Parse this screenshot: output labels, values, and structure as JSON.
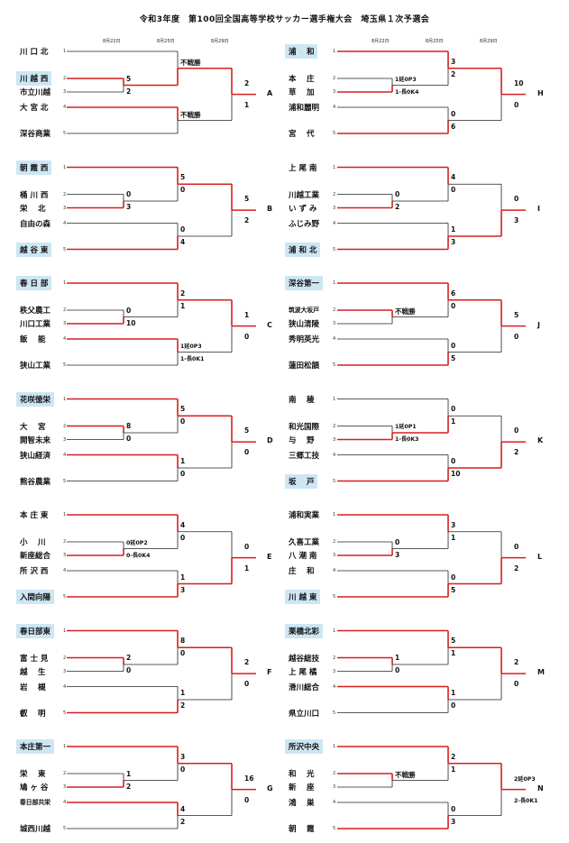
{
  "title": "令和3年度　第100回全国高等学校サッカー選手権大会　埼玉県１次予選会",
  "dates": [
    "8月22日",
    "8月25日",
    "8月29日"
  ],
  "blocks": [
    {
      "label": "A",
      "teams": [
        {
          "n": "1",
          "name": "川 口 北",
          "hl": false
        },
        {
          "n": "2",
          "name": "川 越 西",
          "hl": true
        },
        {
          "n": "3",
          "name": "市立川越",
          "hl": false
        },
        {
          "n": "4",
          "name": "大 宮 北",
          "hl": false
        },
        {
          "n": "5",
          "name": "深谷商業",
          "hl": false
        }
      ],
      "r1": {
        "a": "5",
        "b": "2",
        "w": 0
      },
      "r2a": {
        "a": "不戦勝",
        "b": "",
        "w": 1,
        "single": true
      },
      "r2b": {
        "a": "不戦勝",
        "b": "",
        "w": 0,
        "single": true
      },
      "fin": {
        "a": "2",
        "b": "1",
        "w": 0
      }
    },
    {
      "label": "B",
      "teams": [
        {
          "n": "1",
          "name": "朝 霞 西",
          "hl": true
        },
        {
          "n": "2",
          "name": "桶 川 西",
          "hl": false
        },
        {
          "n": "3",
          "name": "栄　 北",
          "hl": false
        },
        {
          "n": "4",
          "name": "自由の森",
          "hl": false
        },
        {
          "n": "5",
          "name": "越 谷 東",
          "hl": true
        }
      ],
      "r1": {
        "a": "0",
        "b": "3",
        "w": 1
      },
      "r2a": {
        "a": "5",
        "b": "0",
        "w": 0
      },
      "r2b": {
        "a": "0",
        "b": "4",
        "w": 1
      },
      "fin": {
        "a": "5",
        "b": "2",
        "w": 0
      }
    },
    {
      "label": "C",
      "teams": [
        {
          "n": "1",
          "name": "春 日 部",
          "hl": true
        },
        {
          "n": "2",
          "name": "秩父農工",
          "hl": false
        },
        {
          "n": "3",
          "name": "川口工業",
          "hl": false
        },
        {
          "n": "4",
          "name": "飯　 能",
          "hl": false
        },
        {
          "n": "5",
          "name": "狭山工業",
          "hl": false
        }
      ],
      "r1": {
        "a": "0",
        "b": "10",
        "w": 1
      },
      "r2a": {
        "a": "2",
        "b": "1",
        "w": 0
      },
      "r2b": {
        "a": "1延0P3",
        "b": "1-長0K1",
        "w": 0
      },
      "fin": {
        "a": "1",
        "b": "0",
        "w": 0
      }
    },
    {
      "label": "D",
      "teams": [
        {
          "n": "1",
          "name": "花咲徳栄",
          "hl": true
        },
        {
          "n": "2",
          "name": "大　 宮",
          "hl": false
        },
        {
          "n": "3",
          "name": "開智未来",
          "hl": false
        },
        {
          "n": "4",
          "name": "狭山経済",
          "hl": false
        },
        {
          "n": "5",
          "name": "熊谷農業",
          "hl": false
        }
      ],
      "r1": {
        "a": "8",
        "b": "0",
        "w": 0
      },
      "r2a": {
        "a": "5",
        "b": "0",
        "w": 0
      },
      "r2b": {
        "a": "1",
        "b": "0",
        "w": 0
      },
      "fin": {
        "a": "5",
        "b": "0",
        "w": 0
      }
    },
    {
      "label": "E",
      "teams": [
        {
          "n": "1",
          "name": "本 庄 東",
          "hl": false
        },
        {
          "n": "2",
          "name": "小　 川",
          "hl": false
        },
        {
          "n": "3",
          "name": "新座総合",
          "hl": false
        },
        {
          "n": "4",
          "name": "所 沢 西",
          "hl": false
        },
        {
          "n": "5",
          "name": "入間向陽",
          "hl": true
        }
      ],
      "r1": {
        "a": "0延0P2",
        "b": "0-長0K4",
        "w": 1
      },
      "r2a": {
        "a": "4",
        "b": "0",
        "w": 0
      },
      "r2b": {
        "a": "1",
        "b": "3",
        "w": 1
      },
      "fin": {
        "a": "0",
        "b": "1",
        "w": 1
      }
    },
    {
      "label": "F",
      "teams": [
        {
          "n": "1",
          "name": "春日部東",
          "hl": true
        },
        {
          "n": "2",
          "name": "富 士 見",
          "hl": false
        },
        {
          "n": "3",
          "name": "越　 生",
          "hl": false
        },
        {
          "n": "4",
          "name": "岩　 槻",
          "hl": false
        },
        {
          "n": "5",
          "name": "叡　 明",
          "hl": false
        }
      ],
      "r1": {
        "a": "2",
        "b": "0",
        "w": 0
      },
      "r2a": {
        "a": "8",
        "b": "0",
        "w": 0
      },
      "r2b": {
        "a": "1",
        "b": "2",
        "w": 1
      },
      "fin": {
        "a": "2",
        "b": "0",
        "w": 0
      }
    },
    {
      "label": "G",
      "teams": [
        {
          "n": "1",
          "name": "本庄第一",
          "hl": true
        },
        {
          "n": "2",
          "name": "栄　 東",
          "hl": false
        },
        {
          "n": "3",
          "name": "鳩 ヶ 谷",
          "hl": false
        },
        {
          "n": "4",
          "name": "春日部共栄",
          "hl": false,
          "sm": true
        },
        {
          "n": "5",
          "name": "城西川越",
          "hl": false
        }
      ],
      "r1": {
        "a": "1",
        "b": "2",
        "w": 1
      },
      "r2a": {
        "a": "3",
        "b": "0",
        "w": 0
      },
      "r2b": {
        "a": "4",
        "b": "2",
        "w": 0
      },
      "fin": {
        "a": "16",
        "b": "0",
        "w": 0
      }
    },
    {
      "label": "H",
      "teams": [
        {
          "n": "1",
          "name": "浦　 和",
          "hl": true
        },
        {
          "n": "2",
          "name": "本　 庄",
          "hl": false
        },
        {
          "n": "3",
          "name": "草　 加",
          "hl": false
        },
        {
          "n": "4",
          "name": "浦和麗明",
          "hl": false
        },
        {
          "n": "5",
          "name": "宮　 代",
          "hl": false
        }
      ],
      "r1": {
        "a": "1延0P3",
        "b": "1-長0K4",
        "w": 1
      },
      "r2a": {
        "a": "3",
        "b": "2",
        "w": 0
      },
      "r2b": {
        "a": "0",
        "b": "6",
        "w": 1
      },
      "fin": {
        "a": "10",
        "b": "0",
        "w": 0
      }
    },
    {
      "label": "I",
      "teams": [
        {
          "n": "1",
          "name": "上 尾 南",
          "hl": false
        },
        {
          "n": "2",
          "name": "川越工業",
          "hl": false
        },
        {
          "n": "3",
          "name": "い ず み",
          "hl": false
        },
        {
          "n": "4",
          "name": "ふじみ野",
          "hl": false
        },
        {
          "n": "5",
          "name": "浦 和 北",
          "hl": true
        }
      ],
      "r1": {
        "a": "0",
        "b": "2",
        "w": 1
      },
      "r2a": {
        "a": "4",
        "b": "0",
        "w": 0
      },
      "r2b": {
        "a": "1",
        "b": "3",
        "w": 1
      },
      "fin": {
        "a": "0",
        "b": "3",
        "w": 1
      }
    },
    {
      "label": "J",
      "teams": [
        {
          "n": "1",
          "name": "深谷第一",
          "hl": true
        },
        {
          "n": "2",
          "name": "筑波大坂戸",
          "hl": false,
          "sm": true
        },
        {
          "n": "3",
          "name": "狭山清陵",
          "hl": false
        },
        {
          "n": "4",
          "name": "秀明英光",
          "hl": false
        },
        {
          "n": "5",
          "name": "蓮田松韻",
          "hl": false
        }
      ],
      "r1": {
        "a": "不戦勝",
        "b": "",
        "w": 0,
        "single": true
      },
      "r2a": {
        "a": "6",
        "b": "0",
        "w": 0
      },
      "r2b": {
        "a": "0",
        "b": "5",
        "w": 1
      },
      "fin": {
        "a": "5",
        "b": "0",
        "w": 0
      }
    },
    {
      "label": "K",
      "teams": [
        {
          "n": "1",
          "name": "南　 稜",
          "hl": false
        },
        {
          "n": "2",
          "name": "和光国際",
          "hl": false
        },
        {
          "n": "3",
          "name": "与　 野",
          "hl": false
        },
        {
          "n": "4",
          "name": "三郷工技",
          "hl": false
        },
        {
          "n": "5",
          "name": "坂　 戸",
          "hl": true
        }
      ],
      "r1": {
        "a": "1延0P1",
        "b": "1-長0K3",
        "w": 1
      },
      "r2a": {
        "a": "0",
        "b": "1",
        "w": 1
      },
      "r2b": {
        "a": "0",
        "b": "10",
        "w": 1
      },
      "fin": {
        "a": "0",
        "b": "2",
        "w": 1
      }
    },
    {
      "label": "L",
      "teams": [
        {
          "n": "1",
          "name": "浦和実業",
          "hl": false
        },
        {
          "n": "2",
          "name": "久喜工業",
          "hl": false
        },
        {
          "n": "3",
          "name": "八 潮 南",
          "hl": false
        },
        {
          "n": "4",
          "name": "庄　 和",
          "hl": false
        },
        {
          "n": "5",
          "name": "川 越 東",
          "hl": true
        }
      ],
      "r1": {
        "a": "0",
        "b": "3",
        "w": 1
      },
      "r2a": {
        "a": "3",
        "b": "1",
        "w": 0
      },
      "r2b": {
        "a": "0",
        "b": "5",
        "w": 1
      },
      "fin": {
        "a": "0",
        "b": "2",
        "w": 1
      }
    },
    {
      "label": "M",
      "teams": [
        {
          "n": "1",
          "name": "栗橋北彩",
          "hl": true
        },
        {
          "n": "2",
          "name": "越谷総技",
          "hl": false
        },
        {
          "n": "3",
          "name": "上 尾 橘",
          "hl": false
        },
        {
          "n": "4",
          "name": "滑川総合",
          "hl": false
        },
        {
          "n": "5",
          "name": "県立川口",
          "hl": false
        }
      ],
      "r1": {
        "a": "1",
        "b": "0",
        "w": 0
      },
      "r2a": {
        "a": "5",
        "b": "1",
        "w": 0
      },
      "r2b": {
        "a": "1",
        "b": "0",
        "w": 0
      },
      "fin": {
        "a": "2",
        "b": "0",
        "w": 0
      }
    },
    {
      "label": "N",
      "teams": [
        {
          "n": "1",
          "name": "所沢中央",
          "hl": true
        },
        {
          "n": "2",
          "name": "和　 光",
          "hl": false
        },
        {
          "n": "3",
          "name": "新　 座",
          "hl": false
        },
        {
          "n": "4",
          "name": "鴻　 巣",
          "hl": false
        },
        {
          "n": "5",
          "name": "朝　 霞",
          "hl": false
        }
      ],
      "r1": {
        "a": "不戦勝",
        "b": "",
        "w": 0,
        "single": true
      },
      "r2a": {
        "a": "2",
        "b": "1",
        "w": 0
      },
      "r2b": {
        "a": "0",
        "b": "3",
        "w": 1
      },
      "fin": {
        "a": "2延0P3",
        "b": "2-長0K1",
        "w": 0
      }
    }
  ],
  "colors": {
    "win": "#d81e1e",
    "line": "#222222",
    "highlight": "#cde6f3"
  }
}
